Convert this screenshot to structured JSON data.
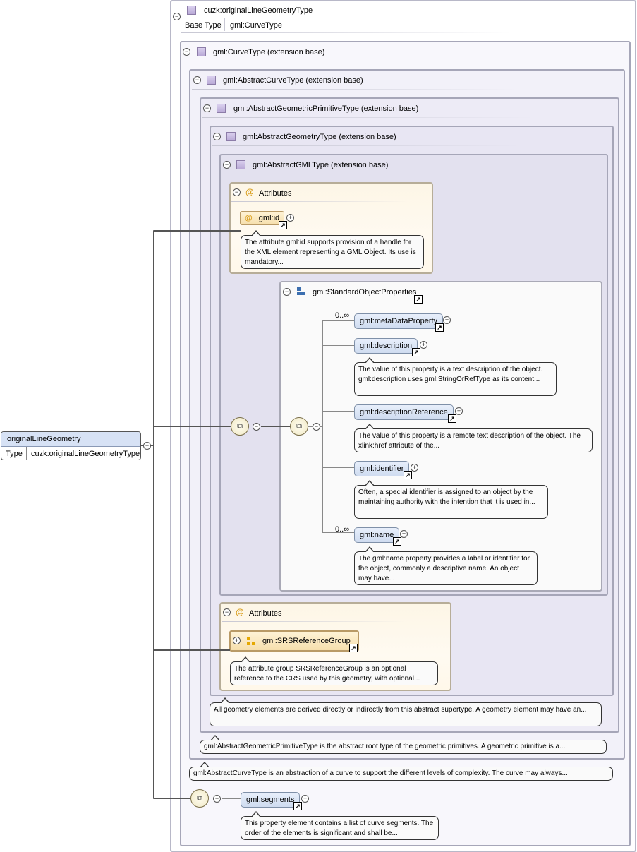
{
  "root_element": {
    "name": "originalLineGeometry",
    "type_label": "Type",
    "type_value": "cuzk:originalLineGeometryType"
  },
  "complex_type": {
    "name": "cuzk:originalLineGeometryType",
    "base_label": "Base Type",
    "base_value": "gml:CurveType"
  },
  "extensions": [
    {
      "title": "gml:CurveType (extension base)",
      "note": "gml:AbstractCurveType is an abstraction of a curve to support the different levels of complexity. The curve may always..."
    },
    {
      "title": "gml:AbstractCurveType (extension base)",
      "note": "gml:AbstractGeometricPrimitiveType is the abstract root type of the geometric primitives. A geometric primitive is a..."
    },
    {
      "title": "gml:AbstractGeometricPrimitiveType (extension base)",
      "note": "All geometry elements are derived directly or indirectly from this abstract supertype. A geometry element may have an..."
    },
    {
      "title": "gml:AbstractGeometryType (extension base)",
      "note": ""
    },
    {
      "title": "gml:AbstractGMLType (extension base)",
      "note": ""
    }
  ],
  "attributes_gml": {
    "title": "Attributes",
    "attr_name": "gml:id",
    "note": "The attribute gml:id supports provision of a handle for the XML element representing a GML Object. Its use is mandatory..."
  },
  "standard_object_properties": {
    "title": "gml:StandardObjectProperties",
    "elements": [
      {
        "name": "gml:metaDataProperty",
        "occurs": "0..∞",
        "note": ""
      },
      {
        "name": "gml:description",
        "occurs": "",
        "note": "The value of this property is a text description of the object. gml:description uses gml:StringOrRefType as its content..."
      },
      {
        "name": "gml:descriptionReference",
        "occurs": "",
        "note": "The value of this property is a remote text description of the object. The xlink:href attribute of the..."
      },
      {
        "name": "gml:identifier",
        "occurs": "",
        "note": "Often, a special identifier is assigned to an object by the maintaining authority with the intention that it is used in..."
      },
      {
        "name": "gml:name",
        "occurs": "0..∞",
        "note": "The gml:name property provides a label or identifier for the object, commonly a descriptive name. An object may have..."
      }
    ]
  },
  "attributes_geometry": {
    "title": "Attributes",
    "group_name": "gml:SRSReferenceGroup",
    "note": "The attribute group SRSReferenceGroup is an optional reference to the CRS used by this geometry, with optional..."
  },
  "segments": {
    "name": "gml:segments",
    "note": "This property element contains a list of curve segments. The order of the elements is significant and shall be..."
  },
  "colors": {
    "element_fill": "#d7e2f5",
    "attribute_fill": "#f6dfad",
    "type_box_border": "#a6a6b8",
    "group_icon": "#e5a800",
    "type_icon": "#b9a9d6"
  },
  "icons": [
    "collapse-minus-icon",
    "expand-plus-icon",
    "type-square-icon",
    "attribute-at-icon",
    "link-arrow-icon",
    "sequence-compositor-icon",
    "group-icon"
  ]
}
